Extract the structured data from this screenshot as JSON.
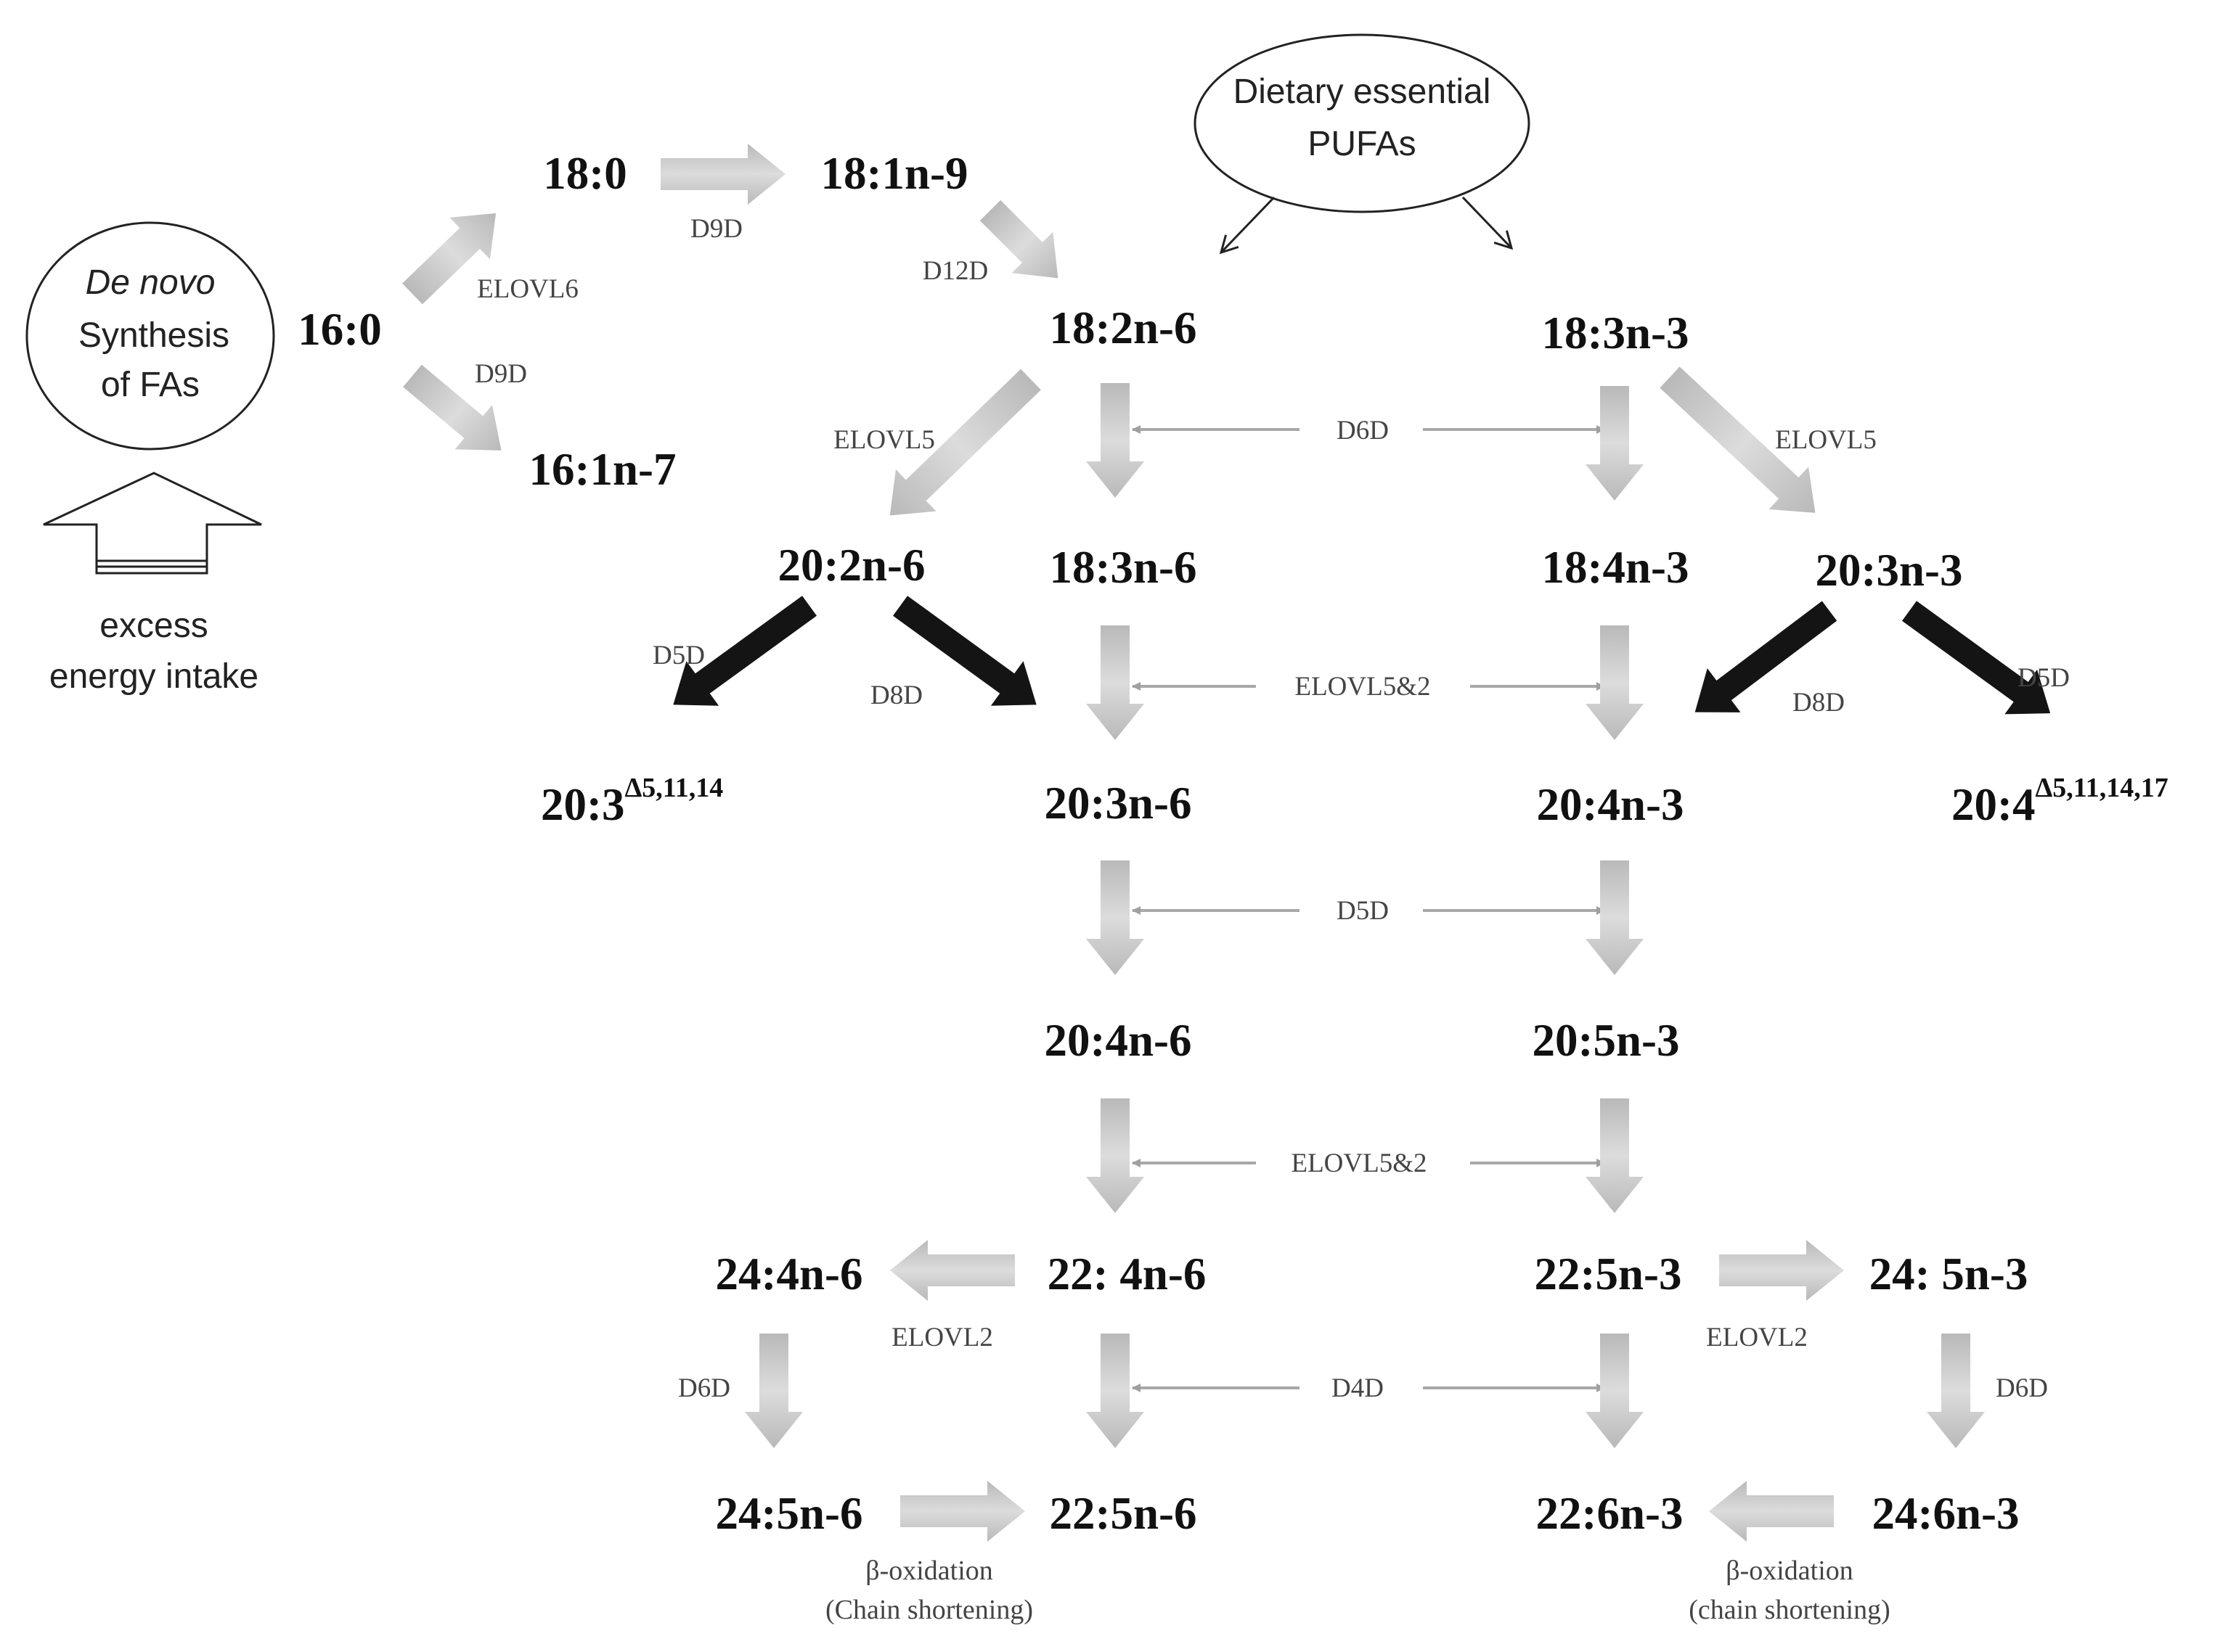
{
  "inputs": {
    "denovo": {
      "line1": "De novo",
      "line2": "Synthesis",
      "line3": "of FAs"
    },
    "dietary": {
      "line1": "Dietary essential",
      "line2": "PUFAs"
    },
    "energy": {
      "line1": "excess",
      "line2": "energy intake"
    }
  },
  "fatty_acids": {
    "fa_16_0": "16:0",
    "fa_18_0": "18:0",
    "fa_18_1n9": "18:1n-9",
    "fa_16_1n7": "16:1n-7",
    "fa_18_2n6": "18:2n-6",
    "fa_18_3n3": "18:3n-3",
    "fa_20_2n6": "20:2n-6",
    "fa_18_3n6": "18:3n-6",
    "fa_18_4n3": "18:4n-3",
    "fa_20_3n3": "20:3n-3",
    "fa_20_3_delta": {
      "base": "20:3",
      "sup": "Δ5,11,14"
    },
    "fa_20_3n6": "20:3n-6",
    "fa_20_4n3": "20:4n-3",
    "fa_20_4_delta": {
      "base": "20:4",
      "sup": "Δ5,11,14,17"
    },
    "fa_20_4n6": "20:4n-6",
    "fa_20_5n3": "20:5n-3",
    "fa_24_4n6": "24:4n-6",
    "fa_22_4n6": "22: 4n-6",
    "fa_22_5n3": "22:5n-3",
    "fa_24_5n3": "24: 5n-3",
    "fa_24_5n6": "24:5n-6",
    "fa_22_5n6": "22:5n-6",
    "fa_22_6n3": "22:6n-3",
    "fa_24_6n3": "24:6n-3"
  },
  "enzymes": {
    "d9d_top": "D9D",
    "elovl6": "ELOVL6",
    "d9d_lower": "D9D",
    "d12d": "D12D",
    "elovl5_left": "ELOVL5",
    "d6d_shared": "D6D",
    "elovl5_right": "ELOVL5",
    "d5d_left": "D5D",
    "d8d_left": "D8D",
    "elovl52_upper": "ELOVL5&2",
    "d8d_right": "D8D",
    "d5d_right": "D5D",
    "d5d_shared": "D5D",
    "elovl52_lower": "ELOVL5&2",
    "elovl2_left": "ELOVL2",
    "elovl2_right": "ELOVL2",
    "d6d_left": "D6D",
    "d4d_shared": "D4D",
    "d6d_right": "D6D"
  },
  "notes": {
    "beta_left": "β-oxidation",
    "chain_left": "(Chain shortening)",
    "beta_right": "β-oxidation",
    "chain_right": "(chain shortening)"
  },
  "colors": {
    "grey_arrow": "#c8c8c8",
    "dark_arrow": "#141414",
    "thin_line": "#a8a8a8",
    "text": "#111111"
  }
}
